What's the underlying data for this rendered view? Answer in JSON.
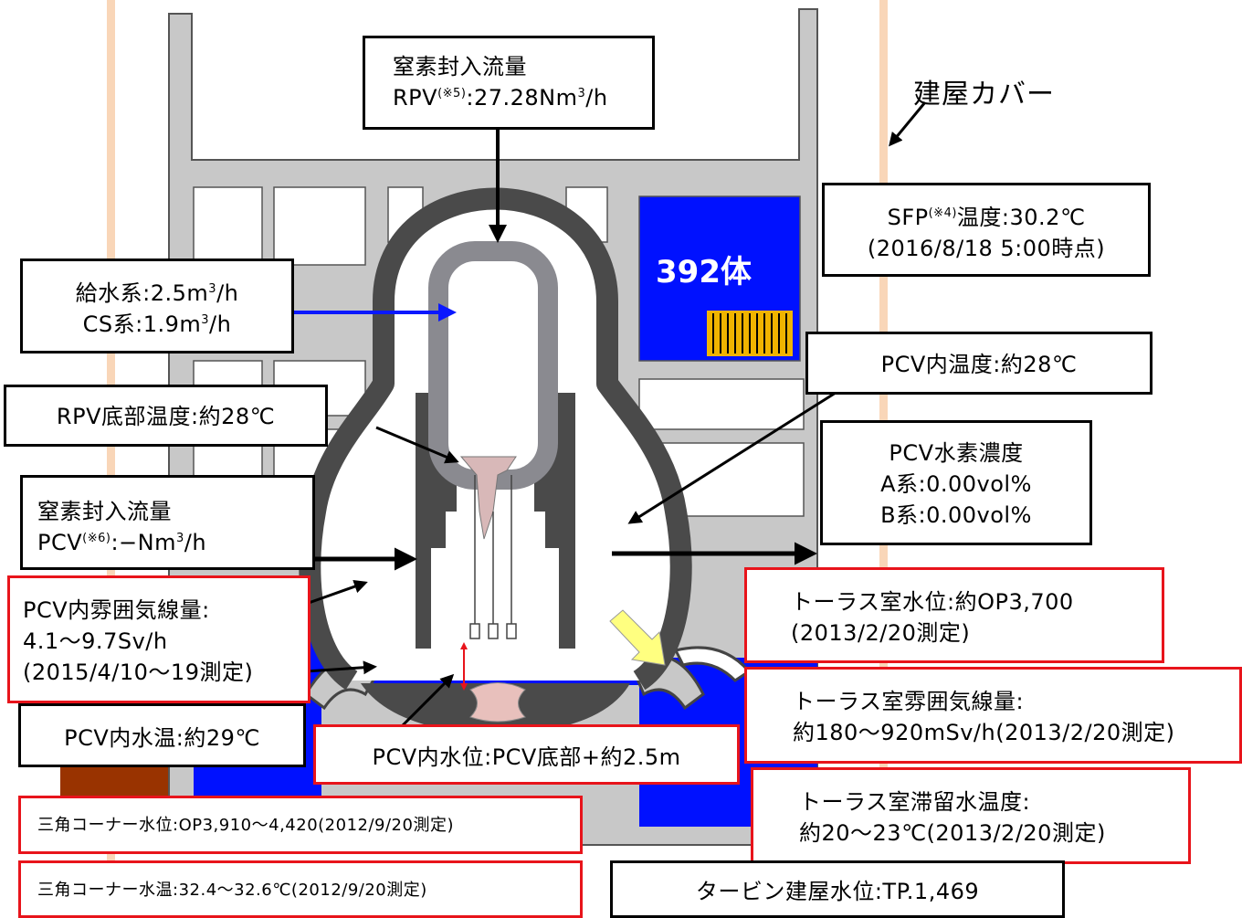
{
  "colors": {
    "building": "#c8c8c8",
    "building_edge": "#555555",
    "pcv_wall": "#4a4a4a",
    "rpv_wall": "#8a8a90",
    "water": "#0011ff",
    "fuel": "#f0b400",
    "ground": "#993300",
    "cover_pillar": "#f9d6b8",
    "label_red": "#e8141b",
    "label_black": "#000000",
    "feed_arrow": "#0a18ff"
  },
  "diagram": {
    "building_cover_label": "建屋カバー",
    "sfp_fuel_count": "392体"
  },
  "labels": {
    "n2_rpv": {
      "title": "窒素封入流量",
      "prefix": "RPV",
      "note": "(※5)",
      "value": ":27.28Nm",
      "unit_sup": "3",
      "unit_end": "/h"
    },
    "sfp": {
      "prefix": "SFP",
      "note": "(※4)",
      "value": "温度:30.2℃",
      "date": "(2016/8/18 5:00時点)"
    },
    "feed": {
      "line1": "給水系:2.5m",
      "line1_sup": "3",
      "line1_end": "/h",
      "line2": "CS系:1.9m",
      "line2_sup": "3",
      "line2_end": "/h"
    },
    "pcv_temp": "PCV内温度:約28℃",
    "rpv_bottom_temp": "RPV底部温度:約28℃",
    "pcv_h2": {
      "title": "PCV水素濃度",
      "a": "A系:0.00vol%",
      "b": "B系:0.00vol%"
    },
    "n2_pcv": {
      "title": "窒素封入流量",
      "prefix": "PCV",
      "note": "(※6)",
      "value": ":−Nm",
      "unit_sup": "3",
      "unit_end": "/h"
    },
    "pcv_dose": {
      "title": "PCV内雰囲気線量:",
      "value": "4.1〜9.7Sv/h",
      "date": "(2015/4/10〜19測定)"
    },
    "torus_level": {
      "value": "トーラス室水位:約OP3,700",
      "date": "(2013/2/20測定)"
    },
    "torus_dose": {
      "title": "トーラス室雰囲気線量:",
      "value": "約180〜920mSv/h(2013/2/20測定)"
    },
    "pcv_water_temp": "PCV内水温:約29℃",
    "pcv_water_level": "PCV内水位:PCV底部+約2.5m",
    "torus_water_temp": {
      "title": "トーラス室滞留水温度:",
      "value": "約20〜23℃(2013/2/20測定)"
    },
    "triangle_level": "三角コーナー水位:OP3,910〜4,420(2012/9/20測定)",
    "triangle_temp": "三角コーナー水温:32.4〜32.6℃(2012/9/20測定)",
    "turbine_level": "タービン建屋水位:TP.1,469"
  }
}
